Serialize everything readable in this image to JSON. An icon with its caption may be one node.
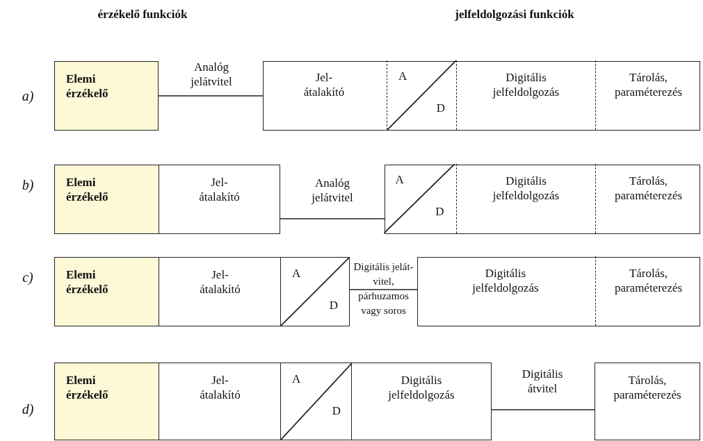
{
  "diagram": {
    "nodes": [
      {
        "text": [
          "Elemi érzékelő"
        ]
      },
      {
        "text": [],
        "shape": "box"
      },
      {
        "text": [
          "Jel- átalakító"
        ],
        "in": 1
      },
      {
        "text": [
          "A",
          "D"
        ],
        "in": 1
      },
      {
        "text": [
          "Digitális jelfeldolgozás"
        ],
        "in": 1
      },
      {
        "text": [
          "Tárolás, paraméterezés"
        ],
        "in": 1
      },
      {
        "text": [
          "Elemi érzékelő"
        ]
      },
      {
        "text": [
          "Jel- átalakító"
        ]
      },
      {
        "text": [],
        "shape": "box"
      },
      {
        "text": [
          "A",
          "D"
        ],
        "in": 8
      },
      {
        "text": [
          "Digitális jelfeldolgozás"
        ],
        "in": 8
      },
      {
        "text": [
          "Tárolás, paraméterezés"
        ],
        "in": 8
      },
      {
        "text": [
          "Elemi érzékelő"
        ]
      },
      {
        "text": [
          "Jel- átalakító"
        ]
      },
      {
        "text": [
          "A",
          "D"
        ]
      },
      {
        "text": [],
        "shape": "box"
      },
      {
        "text": [
          "Digitális jelfeldolgozás"
        ],
        "in": 15
      },
      {
        "text": [
          "Tárolás, paraméterezés"
        ],
        "in": 15
      },
      {
        "text": [
          "Elemi érzékelő"
        ]
      },
      {
        "text": [
          "Jel- átalakító"
        ]
      },
      {
        "text": [
          "A",
          "D"
        ]
      },
      {
        "text": [
          "Digitális jelfeldolgozás"
        ]
      },
      {
        "text": [
          "Tárolás, paraméterezés"
        ]
      }
    ],
    "edges": [
      {
        "from": 0,
        "to": 1,
        "arrow": "none",
        "label": "Analóg jelátvitel"
      },
      {
        "from": 7,
        "to": 8,
        "arrow": "none",
        "label": "Analóg jelátvitel"
      },
      {
        "from": 14,
        "to": 15,
        "arrow": "none",
        "label": "Digitális jelát- vitel, párhuzamos vagy soros"
      },
      {
        "from": 21,
        "to": 22,
        "arrow": "none",
        "label": "Digitális átvitel"
      }
    ],
    "labels": [
      "érzékelő funkciók",
      "jelfeldolgozási funkciók",
      "a)",
      "b)",
      "c)",
      "d)"
    ]
  }
}
